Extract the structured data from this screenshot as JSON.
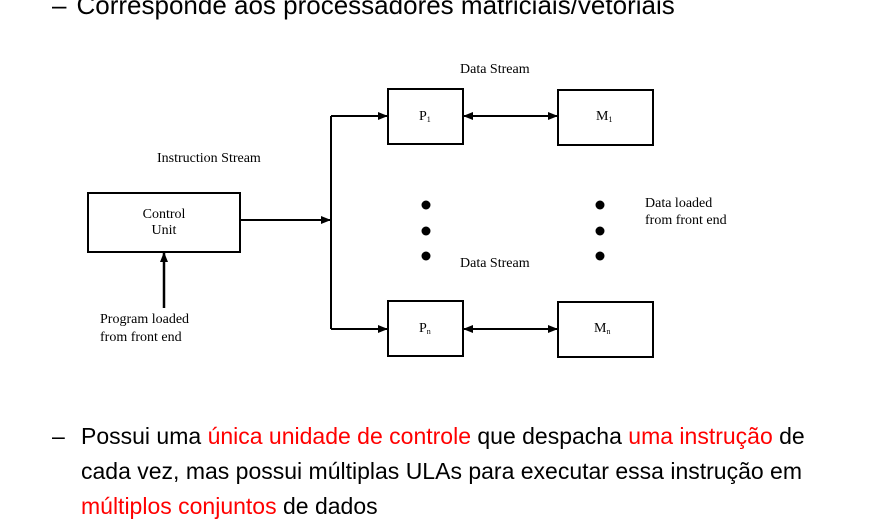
{
  "top_bullet": {
    "dash": "–",
    "text": "Corresponde aos processadores matriciais/vetoriais"
  },
  "diagram": {
    "data_stream_top": "Data Stream",
    "data_stream_mid": "Data Stream",
    "instruction_stream": "Instruction Stream",
    "control_unit_line1": "Control",
    "control_unit_line2": "Unit",
    "p1": {
      "main": "P",
      "sub": "1"
    },
    "m1": {
      "main": "M",
      "sub": "1"
    },
    "pn": {
      "main": "P",
      "sub": "n"
    },
    "mn": {
      "main": "M",
      "sub": "n"
    },
    "data_loaded_line1": "Data loaded",
    "data_loaded_line2": "from front end",
    "program_loaded_line1": "Program loaded",
    "program_loaded_line2": "from front end"
  },
  "bottom_bullet": {
    "dash": "–",
    "seg1": "Possui uma ",
    "seg2": "única unidade de controle",
    "seg3": " que despacha ",
    "seg4": "uma instrução",
    "seg5": " de cada vez, mas possui múltiplas ULAs para executar essa instrução em ",
    "seg6": "múltiplos conjuntos",
    "seg7": " de dados"
  },
  "colors": {
    "highlight": "#ff0000",
    "text": "#000000"
  }
}
